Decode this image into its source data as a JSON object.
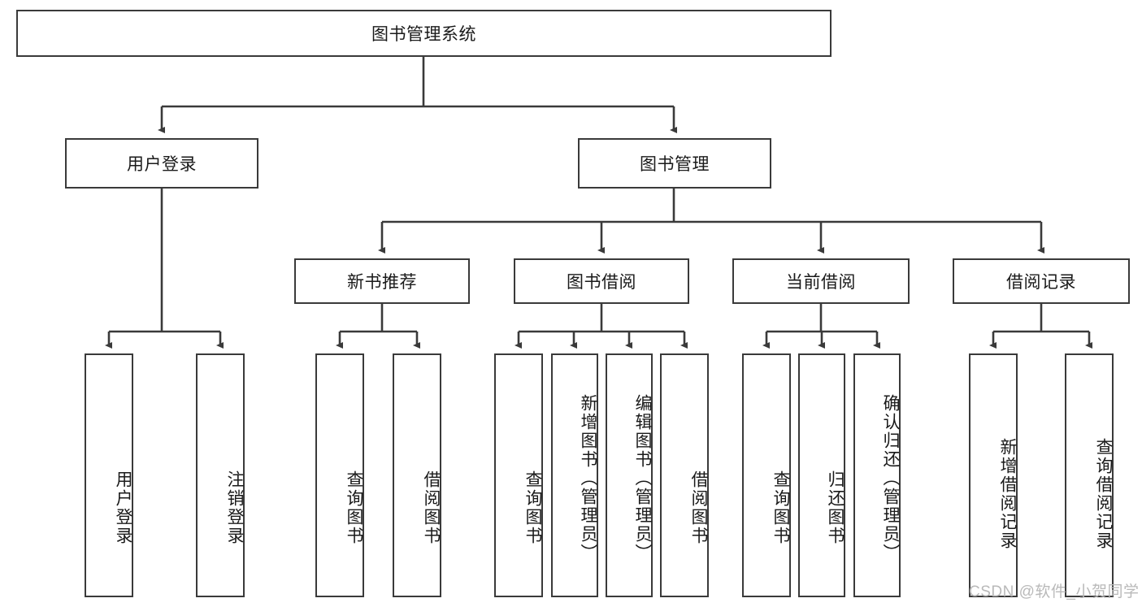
{
  "diagram": {
    "title": "图书管理系统",
    "type": "tree-hierarchy",
    "root": {
      "label": "图书管理系统"
    },
    "level2": [
      {
        "label": "用户登录"
      },
      {
        "label": "图书管理"
      }
    ],
    "level3": [
      {
        "label": "新书推荐"
      },
      {
        "label": "图书借阅"
      },
      {
        "label": "当前借阅"
      },
      {
        "label": "借阅记录"
      }
    ],
    "leaves": {
      "user_login": [
        {
          "label": "用户登录"
        },
        {
          "label": "注销登录"
        }
      ],
      "new_book_recommend": [
        {
          "label": "查询图书"
        },
        {
          "label": "借阅图书"
        }
      ],
      "book_borrow": [
        {
          "label": "查询图书"
        },
        {
          "label": "新增图书（管理员）"
        },
        {
          "label": "编辑图书（管理员）"
        },
        {
          "label": "借阅图书"
        }
      ],
      "current_borrow": [
        {
          "label": "查询图书"
        },
        {
          "label": "归还图书"
        },
        {
          "label": "确认归还（管理员）"
        }
      ],
      "borrow_record": [
        {
          "label": "新增借阅记录"
        },
        {
          "label": "查询借阅记录"
        }
      ]
    }
  },
  "watermark": {
    "text": "CSDN @软件_小贺同学"
  },
  "colors": {
    "border": "#3a3a3a",
    "background": "#ffffff",
    "text": "#1a1a1a",
    "watermark": "#b9b9b9"
  }
}
